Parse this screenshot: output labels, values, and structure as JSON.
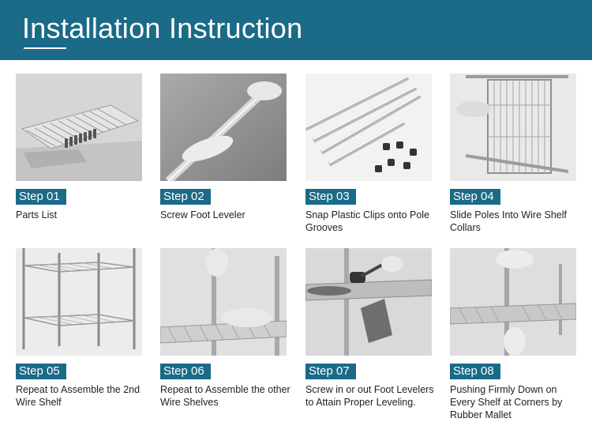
{
  "header": {
    "title": "Installation Instruction"
  },
  "steps": [
    {
      "badge": "Step 01",
      "caption": "Parts List",
      "icon": "wire-shelf-parts-photo"
    },
    {
      "badge": "Step 02",
      "caption": "Screw Foot Leveler",
      "icon": "pole-screw-photo"
    },
    {
      "badge": "Step 03",
      "caption": "Snap Plastic Clips onto Pole Grooves",
      "icon": "poles-clips-photo"
    },
    {
      "badge": "Step 04",
      "caption": " Slide Poles Into Wire Shelf Collars",
      "icon": "shelf-collar-photo"
    },
    {
      "badge": "Step 05",
      "caption": "Repeat to Assemble the 2nd Wire Shelf",
      "icon": "two-shelf-rack-photo"
    },
    {
      "badge": "Step 06",
      "caption": "Repeat to Assemble the other Wire Shelves",
      "icon": "shelf-pole-hands-photo"
    },
    {
      "badge": "Step 07",
      "caption": "Screw in or out Foot Levelers to Attain Proper Leveling.",
      "icon": "rubber-mallet-photo"
    },
    {
      "badge": "Step 08",
      "caption": "Pushing Firmly Down on Every Shelf at Corners by Rubber Mallet",
      "icon": "push-shelf-photo"
    }
  ],
  "colors": {
    "header_bg": "#1a6a88",
    "badge_bg": "#1a6a88",
    "text": "#222222"
  }
}
